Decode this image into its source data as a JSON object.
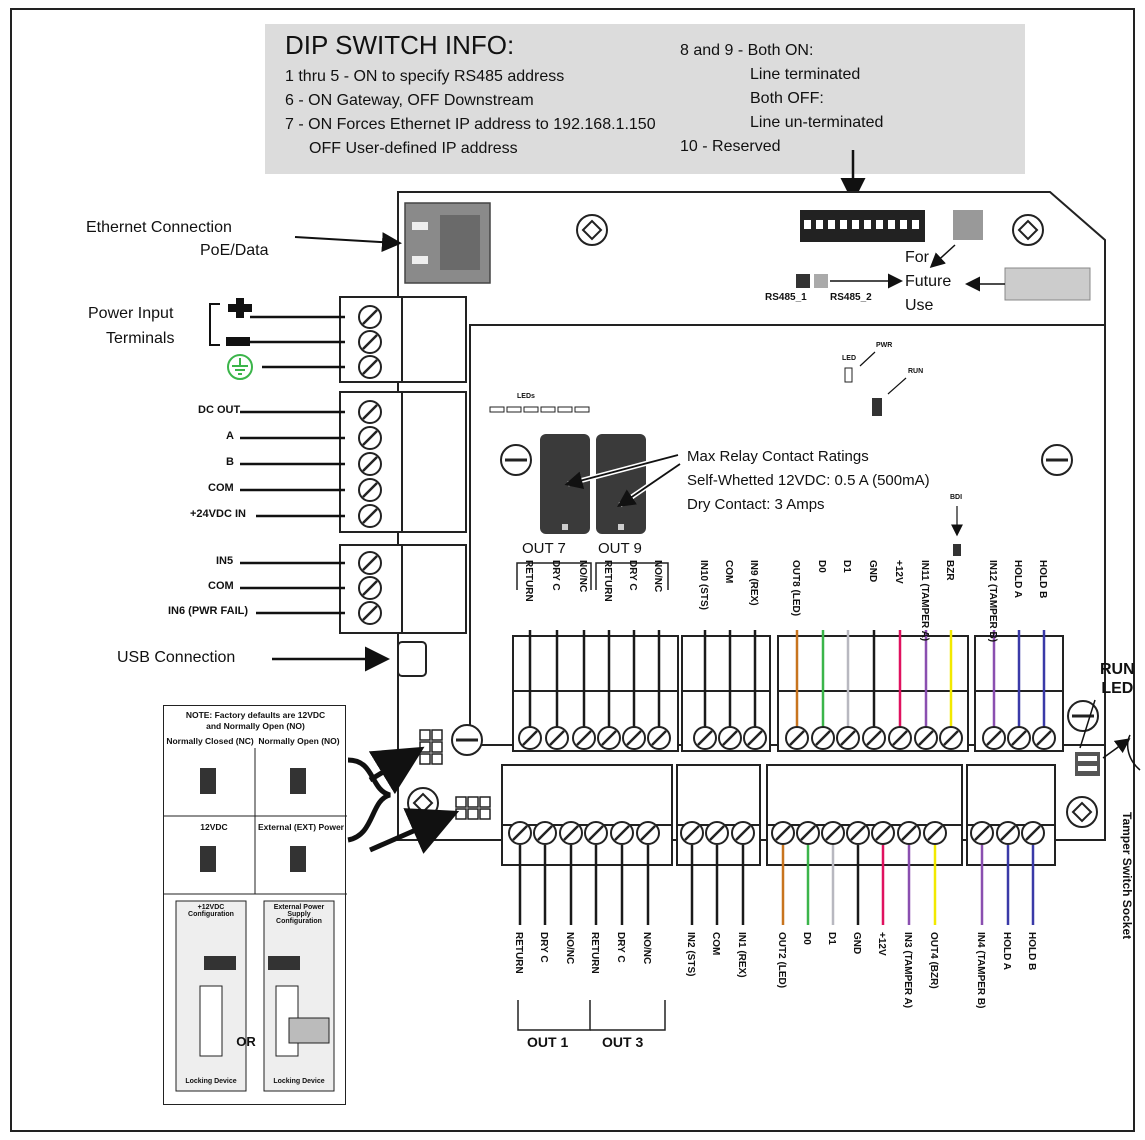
{
  "dip_info": {
    "title": "DIP SWITCH INFO:",
    "left_lines": [
      "1 thru 5 - ON to specify RS485 address",
      "6 - ON Gateway, OFF Downstream",
      "7 - ON Forces Ethernet IP address to 192.168.1.150",
      "OFF User-defined IP address"
    ],
    "right_lines": [
      "8 and 9 - Both ON:",
      "Line terminated",
      "Both OFF:",
      "Line un-terminated",
      "10 - Reserved"
    ]
  },
  "left_labels": {
    "ethernet_1": "Ethernet Connection",
    "ethernet_2": "PoE/Data",
    "power_1": "Power Input",
    "power_2": "Terminals",
    "dc_out": "DC OUT",
    "a": "A",
    "b": "B",
    "com": "COM",
    "v24": "+24VDC IN",
    "in5": "IN5",
    "com2": "COM",
    "in6": "IN6 (PWR FAIL)",
    "usb": "USB Connection"
  },
  "board_labels": {
    "rs485_1": "RS485_1",
    "rs485_2": "RS485_2",
    "future_1": "For",
    "future_2": "Future",
    "future_3": "Use",
    "leds": "LEDs",
    "led": "LED",
    "pwr": "PWR",
    "run": "RUN",
    "run_led": "LED",
    "bdi": "BDI",
    "relay_1": "Max Relay Contact Ratings",
    "relay_2": "Self-Whetted 12VDC: 0.5 A (500mA)",
    "relay_3": "Dry Contact: 3 Amps",
    "out7": "OUT 7",
    "out9": "OUT 9",
    "run_side_1": "RUN",
    "run_side_2": "LED",
    "tamper": "Tamper Switch Socket"
  },
  "top_terminals": [
    "RETURN",
    "DRY C",
    "NO/NC",
    "RETURN",
    "DRY C",
    "NO/NC",
    "IN10 (STS)",
    "COM",
    "IN9 (REX)",
    "OUT8 (LED)",
    "D0",
    "D1",
    "GND",
    "+12V",
    "IN11 (TAMPER A)",
    "BZR",
    "IN12 (TAMPER B)",
    "HOLD A",
    "HOLD B"
  ],
  "bottom_terminals": [
    "RETURN",
    "DRY C",
    "NO/NC",
    "RETURN",
    "DRY C",
    "NO/NC",
    "IN2 (STS)",
    "COM",
    "IN1 (REX)",
    "OUT2 (LED)",
    "D0",
    "D1",
    "GND",
    "+12V",
    "IN3 (TAMPER A)",
    "OUT4 (BZR)",
    "IN4 (TAMPER B)",
    "HOLD A",
    "HOLD B"
  ],
  "bottom_groups": {
    "out1": "OUT 1",
    "out3": "OUT 3"
  },
  "wire_colors": {
    "black": "#1a1a1a",
    "orange": "#c8741e",
    "green": "#3bb54a",
    "grey": "#b8b8c0",
    "red": "#e0115f",
    "purple": "#8a4fb0",
    "yellow": "#f2e900",
    "blue": "#3a3aa8"
  },
  "note": {
    "title_1": "NOTE: Factory defaults are 12VDC",
    "title_2": "and Normally Open (NO)",
    "nc": "Normally Closed (NC)",
    "no": "Normally Open (NO)",
    "v12": "12VDC",
    "ext": "External (EXT) Power",
    "cfg_12": "+12VDC Configuration",
    "cfg_ext": "External Power Supply Configuration",
    "or": "OR",
    "locking_1": "Locking Device",
    "locking_2": "Locking Device"
  }
}
